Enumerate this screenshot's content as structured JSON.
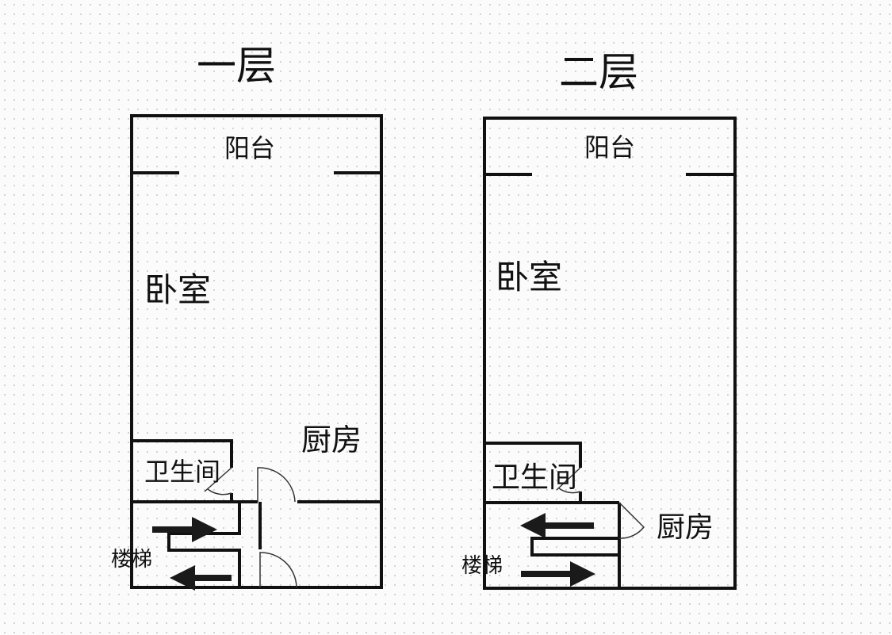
{
  "floors": [
    {
      "title": "一层",
      "rooms": {
        "balcony": "阳台",
        "bedroom": "卧室",
        "kitchen": "厨房",
        "bathroom": "卫生间",
        "stairs": "楼梯"
      }
    },
    {
      "title": "二层",
      "rooms": {
        "balcony": "阳台",
        "bedroom": "卧室",
        "kitchen": "厨房",
        "bathroom": "卫生间",
        "stairs": "楼梯"
      }
    }
  ]
}
